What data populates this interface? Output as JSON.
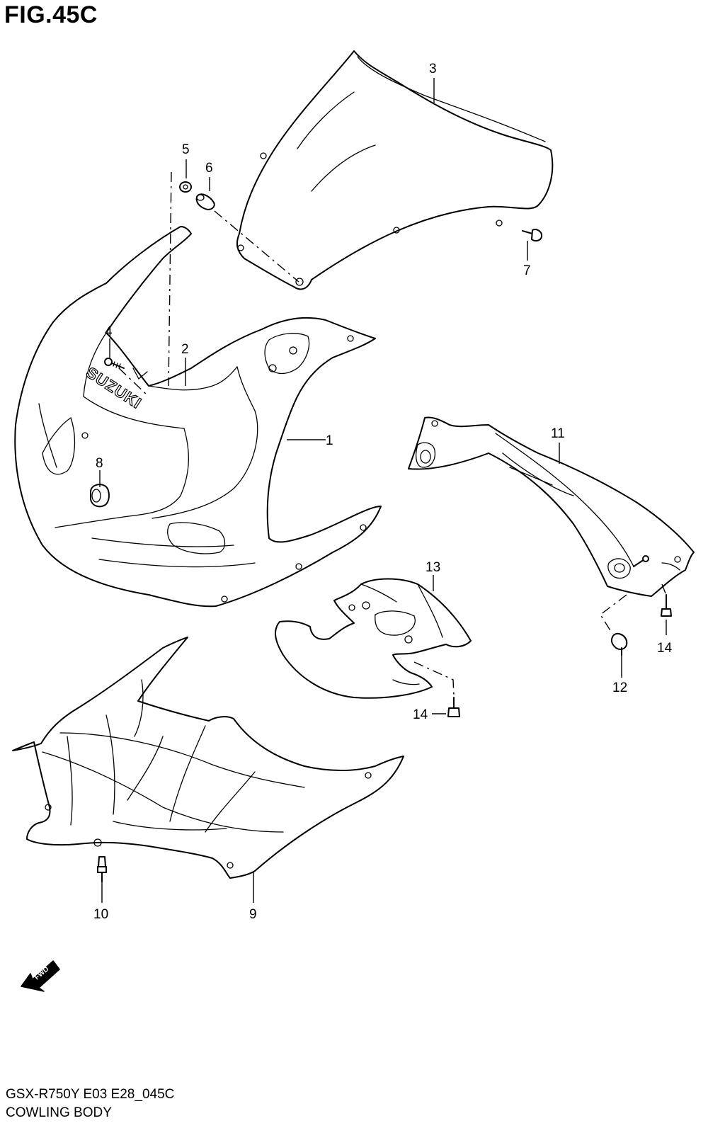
{
  "figure": {
    "title": "FIG.45C",
    "drawing_code": "GSX-R750Y E03 E28_045C",
    "drawing_title": "COWLING BODY"
  },
  "emblems": {
    "brand": "SUZUKI",
    "direction": "FWD"
  },
  "callouts": [
    "1",
    "2",
    "3",
    "4",
    "5",
    "6",
    "7",
    "8",
    "9",
    "10",
    "11",
    "12",
    "13",
    "14",
    "14"
  ],
  "icons": {
    "fwd_arrow": "forward-arrow-icon"
  }
}
